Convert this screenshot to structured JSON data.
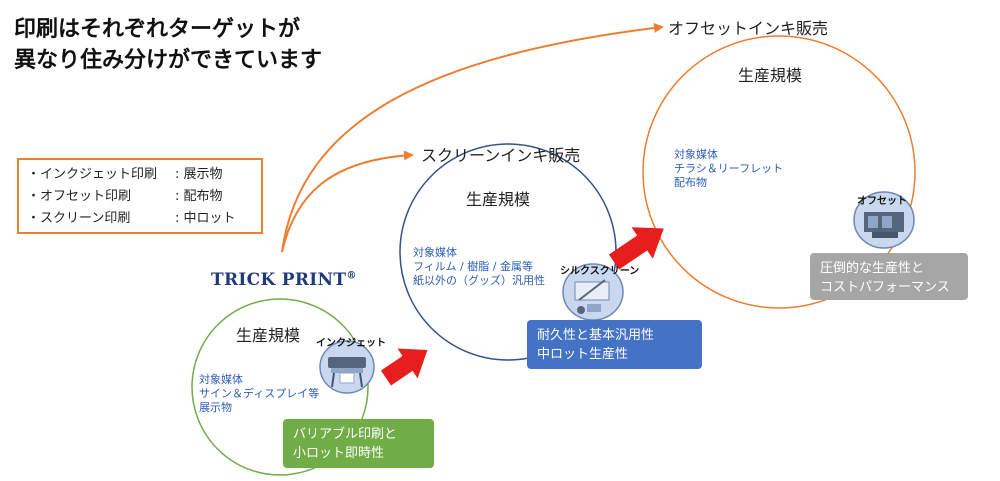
{
  "heading": {
    "line1": "印刷はそれぞれターゲットが",
    "line2": "異なり住み分けができています"
  },
  "legend": {
    "items": [
      {
        "label": "・インクジェット印刷",
        "value": ": 展示物"
      },
      {
        "label": "・オフセット印刷",
        "value": ": 配布物"
      },
      {
        "label": "・スクリーン印刷",
        "value": ": 中ロット"
      }
    ]
  },
  "brand": {
    "name": "TRICK PRINT",
    "mark": "®"
  },
  "colors": {
    "orange": "#ED7D31",
    "green": "#70AD47",
    "blue_dark": "#2F528F",
    "blue_fill": "#4472C4",
    "gray": "#A6A6A6",
    "red": "#E61E1E",
    "media_text": "#2E5DB5"
  },
  "inkjet": {
    "title": "生産規模",
    "icon_label": "インクジェット",
    "icon": "wide-format-printer-icon",
    "media": [
      "対象媒体",
      "サイン＆ディスプレイ等",
      "展示物"
    ],
    "callout": [
      "バリアブル印刷と",
      "小ロット即時性"
    ]
  },
  "screen": {
    "title": "生産規模",
    "icon_label": "シルクスクリーン",
    "icon": "screen-printing-icon",
    "media": [
      "対象媒体",
      "フィルム / 樹脂 / 金属等",
      "紙以外の（グッズ）汎用性"
    ],
    "callout": [
      "耐久性と基本汎用性",
      "中ロット生産性"
    ],
    "sales": "スクリーンインキ販売"
  },
  "offset": {
    "title": "生産規模",
    "icon_label": "オフセット",
    "icon": "offset-press-icon",
    "media": [
      "対象媒体",
      "チラシ＆リーフレット",
      "配布物"
    ],
    "callout": [
      "圧倒的な生産性と",
      "コストパフォーマンス"
    ],
    "sales": "オフセットインキ販売"
  }
}
